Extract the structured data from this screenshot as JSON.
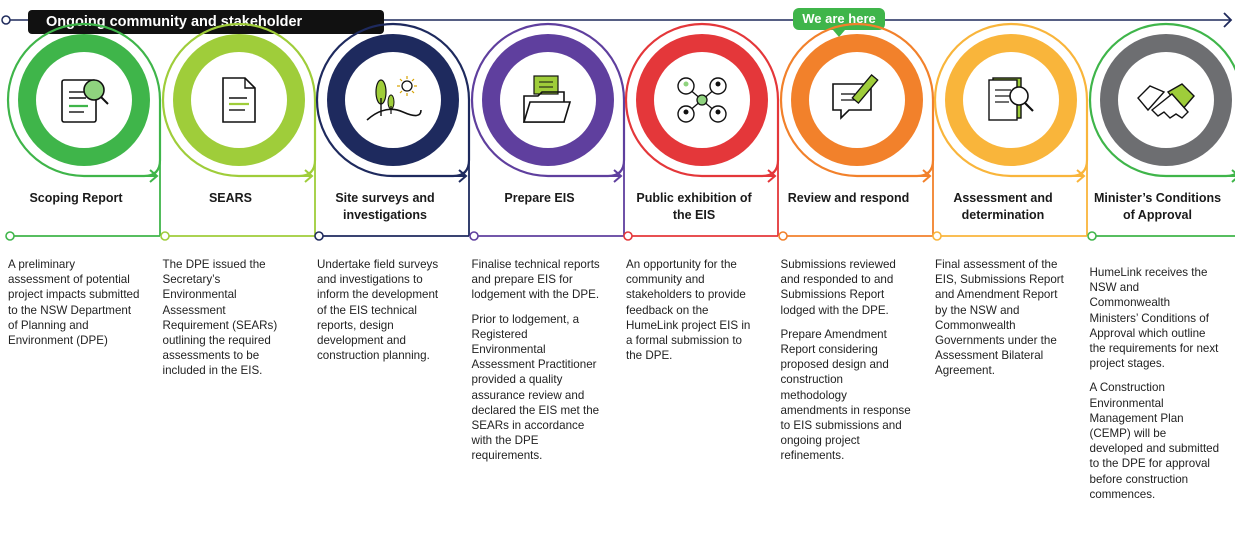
{
  "banner": {
    "text": "Ongoing community and stakeholder engagement",
    "line_color": "#1f2a5c"
  },
  "badge": {
    "text": "We are here",
    "color": "#3fb54a"
  },
  "stages": [
    {
      "title": "Scoping Report",
      "icon": "magnifier-report-icon",
      "color": "#3fb54a",
      "paragraphs": [
        "A preliminary assessment of potential project impacts submitted to the NSW Department of Planning and Environment (DPE)"
      ]
    },
    {
      "title": "SEARS",
      "icon": "document-icon",
      "color": "#9fcd3a",
      "paragraphs": [
        "The DPE issued the Secretary’s Environmental Assessment Requirement (SEARs) outlining the required assessments to be included in the EIS."
      ]
    },
    {
      "title": "Site surveys and investigations",
      "icon": "landscape-icon",
      "color": "#1e2a5e",
      "paragraphs": [
        "Undertake field surveys and investigations to inform the development of the EIS technical reports, design development and construction planning."
      ]
    },
    {
      "title": "Prepare EIS",
      "icon": "folder-icon",
      "color": "#5f3f9e",
      "paragraphs": [
        "Finalise technical reports and prepare EIS for lodgement with the DPE.",
        "Prior to lodgement, a Registered Environmental Assessment Practitioner provided a quality assurance review and declared the EIS met the SEARs in accordance with the DPE requirements."
      ]
    },
    {
      "title": "Public exhibition of the EIS",
      "icon": "network-people-icon",
      "color": "#e4373a",
      "paragraphs": [
        "An opportunity for the community and stakeholders to provide feedback on the HumeLink project EIS in a formal submission to the DPE."
      ]
    },
    {
      "title": "Review and respond",
      "icon": "speech-pencil-icon",
      "color": "#f2812b",
      "paragraphs": [
        "Submissions reviewed and responded to and Submissions Report lodged with the DPE.",
        "Prepare Amendment Report considering proposed design and construction methodology amendments in response to EIS submissions and ongoing project refinements."
      ]
    },
    {
      "title": "Assessment and determination",
      "icon": "book-magnifier-icon",
      "color": "#f9b53b",
      "paragraphs": [
        "Final assessment of the EIS, Submissions Report and Amendment Report by the NSW and Commonwealth Governments under the Assessment Bilateral Agreement."
      ]
    },
    {
      "title": "Minister’s Conditions of Approval",
      "icon": "handshake-icon",
      "color": "#6d6e71",
      "ring_color": "#3fb54a",
      "paragraphs": [
        "HumeLink receives the NSW and Commonwealth Ministers’ Conditions of Approval which outline the requirements for next project stages.",
        "A Construction Environmental Management Plan (CEMP) will be developed and submitted to the DPE for approval before construction commences."
      ]
    }
  ]
}
